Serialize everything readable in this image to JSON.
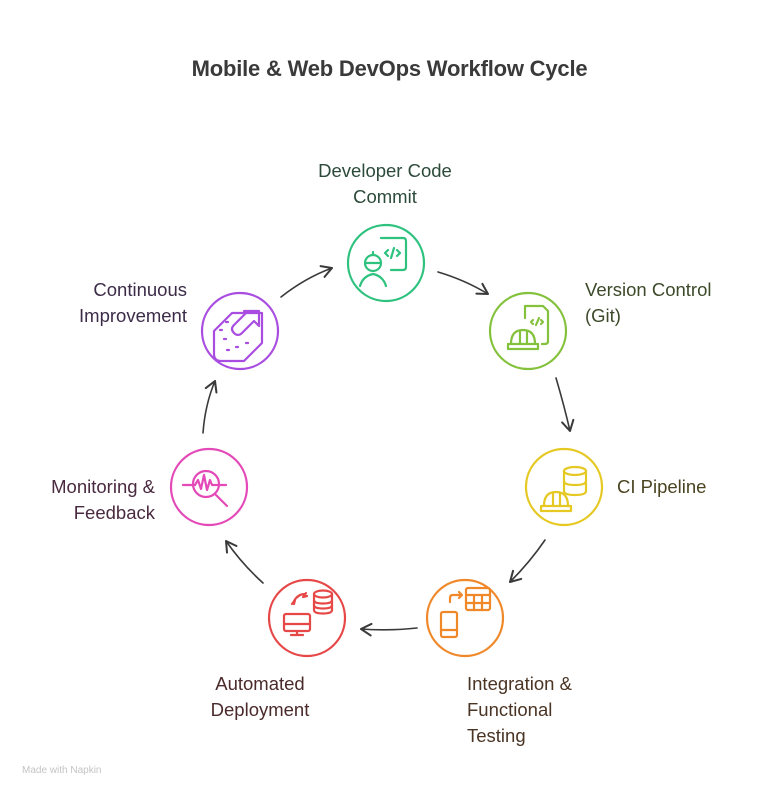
{
  "title": "Mobile & Web DevOps Workflow Cycle",
  "footer": "Made with Napkin",
  "steps": [
    {
      "id": "developer-code-commit",
      "lines": [
        "Developer Code",
        "Commit"
      ],
      "color": "#2ec27e",
      "text_color": "#2c4a3a",
      "icon": "developer-code-icon"
    },
    {
      "id": "version-control",
      "lines": [
        "Version Control",
        "(Git)"
      ],
      "color": "#84c13c",
      "text_color": "#3c4a2a",
      "icon": "version-control-icon"
    },
    {
      "id": "ci-pipeline",
      "lines": [
        "CI Pipeline"
      ],
      "color": "#e6c823",
      "text_color": "#4a4420",
      "icon": "ci-pipeline-icon"
    },
    {
      "id": "integration-testing",
      "lines": [
        "Integration &",
        "Functional",
        "Testing"
      ],
      "color": "#f0882a",
      "text_color": "#4a3424",
      "icon": "integration-testing-icon"
    },
    {
      "id": "automated-deployment",
      "lines": [
        "Automated",
        "Deployment"
      ],
      "color": "#e64848",
      "text_color": "#4a2a2a",
      "icon": "automated-deployment-icon"
    },
    {
      "id": "monitoring-feedback",
      "lines": [
        "Monitoring &",
        "Feedback"
      ],
      "color": "#e449b8",
      "text_color": "#4a2a40",
      "icon": "monitoring-icon"
    },
    {
      "id": "continuous-improvement",
      "lines": [
        "Continuous",
        "Improvement"
      ],
      "color": "#a94de0",
      "text_color": "#3c2c48",
      "icon": "continuous-improvement-icon"
    }
  ],
  "arrow_color": "#3a3a3a"
}
